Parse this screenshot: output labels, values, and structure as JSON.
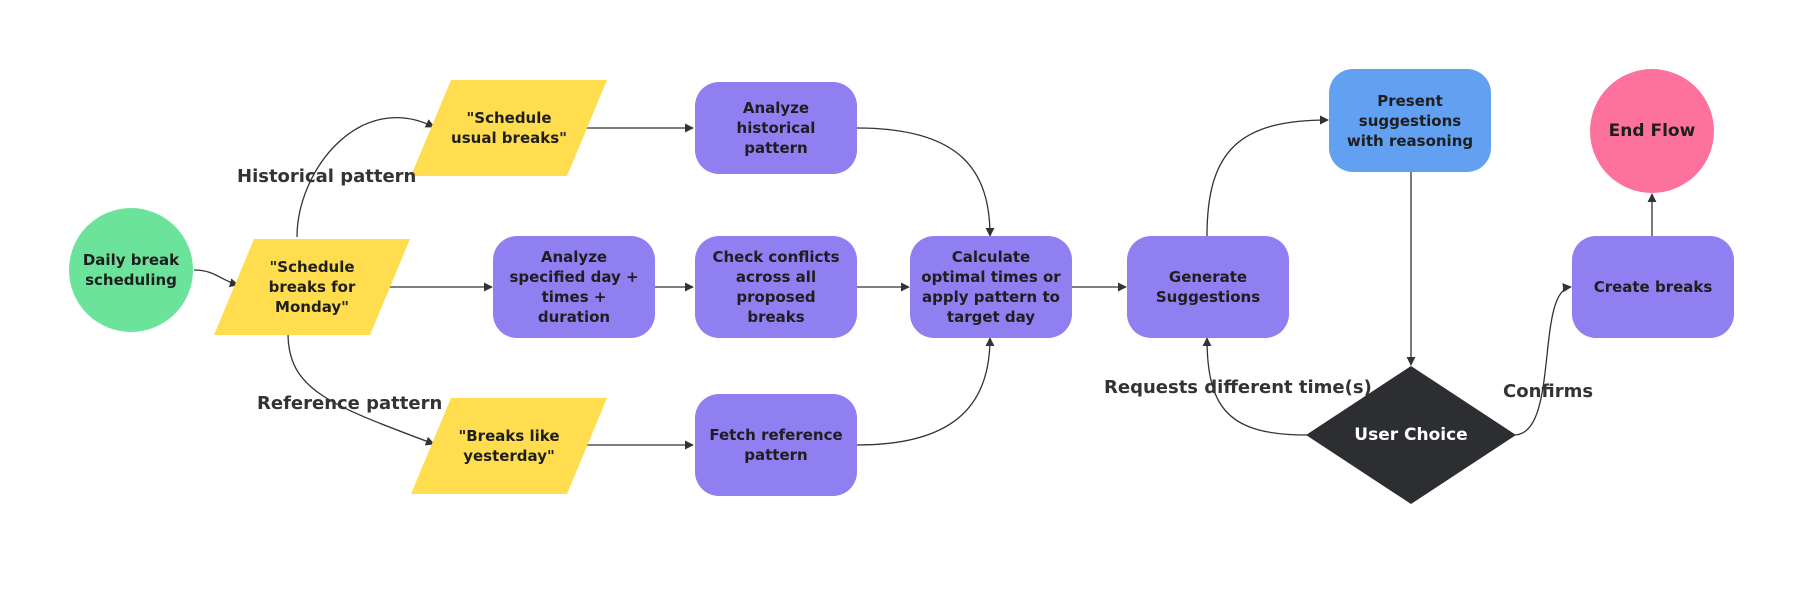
{
  "colors": {
    "start": "#6be39b",
    "input": "#ffdd4e",
    "process": "#8f7ff0",
    "present": "#62a0f2",
    "decision": "#2d2e32",
    "end": "#fd729d",
    "edge": "#333333"
  },
  "nodes": {
    "start": "Daily break scheduling",
    "input_monday": "\"Schedule breaks for Monday\"",
    "input_usual": "\"Schedule usual breaks\"",
    "input_yesterday": "\"Breaks like yesterday\"",
    "analyze_historical": "Analyze historical pattern",
    "analyze_specified": "Analyze specified day + times + duration",
    "check_conflicts": "Check conflicts across all proposed breaks",
    "fetch_reference": "Fetch reference pattern",
    "calculate": "Calculate optimal times or apply pattern to target day",
    "generate": "Generate Suggestions",
    "present": "Present suggestions with reasoning",
    "user_choice": "User Choice",
    "create": "Create breaks",
    "end": "End Flow"
  },
  "edge_labels": {
    "historical": "Historical pattern",
    "reference": "Reference pattern",
    "different": "Requests different time(s)",
    "confirms": "Confirms"
  }
}
